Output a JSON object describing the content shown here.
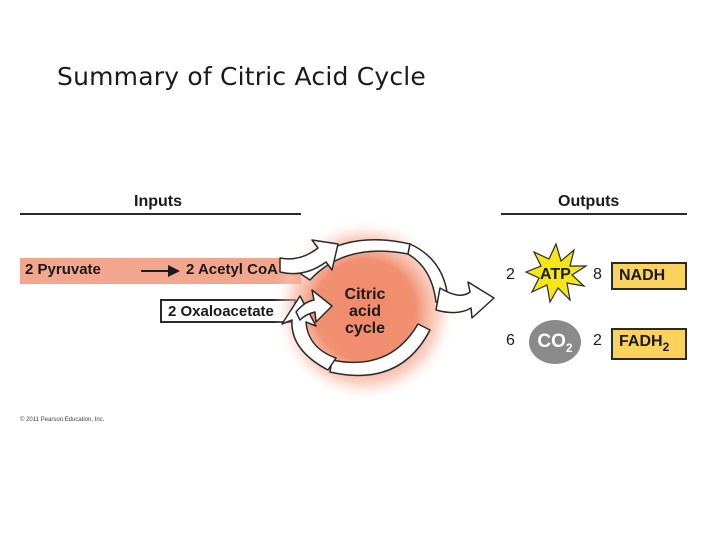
{
  "slide": {
    "title": "Summary of Citric Acid Cycle"
  },
  "diagram": {
    "inputs_heading": "Inputs",
    "outputs_heading": "Outputs",
    "input_pyruvate": "2 Pyruvate",
    "input_acetyl_coa": "2 Acetyl CoA",
    "input_oxaloacetate": "2 Oxaloacetate",
    "cycle_label": [
      "Citric",
      "acid",
      "cycle"
    ],
    "outputs": {
      "atp": {
        "count": "2",
        "label": "ATP"
      },
      "nadh": {
        "count": "8",
        "label": "NADH"
      },
      "co2": {
        "count": "6",
        "label": "CO",
        "subscript": "2"
      },
      "fadh2": {
        "count": "2",
        "label": "FADH",
        "subscript": "2"
      }
    },
    "colors": {
      "input_band": "#f2a68e",
      "cycle_glow": "#f08a6a",
      "product_fill": "#fbd35c",
      "atp_burst": "#f5e616",
      "co2_fill": "#8a8a8a"
    }
  },
  "footer": {
    "copyright": "© 2011 Pearson Education, Inc."
  }
}
